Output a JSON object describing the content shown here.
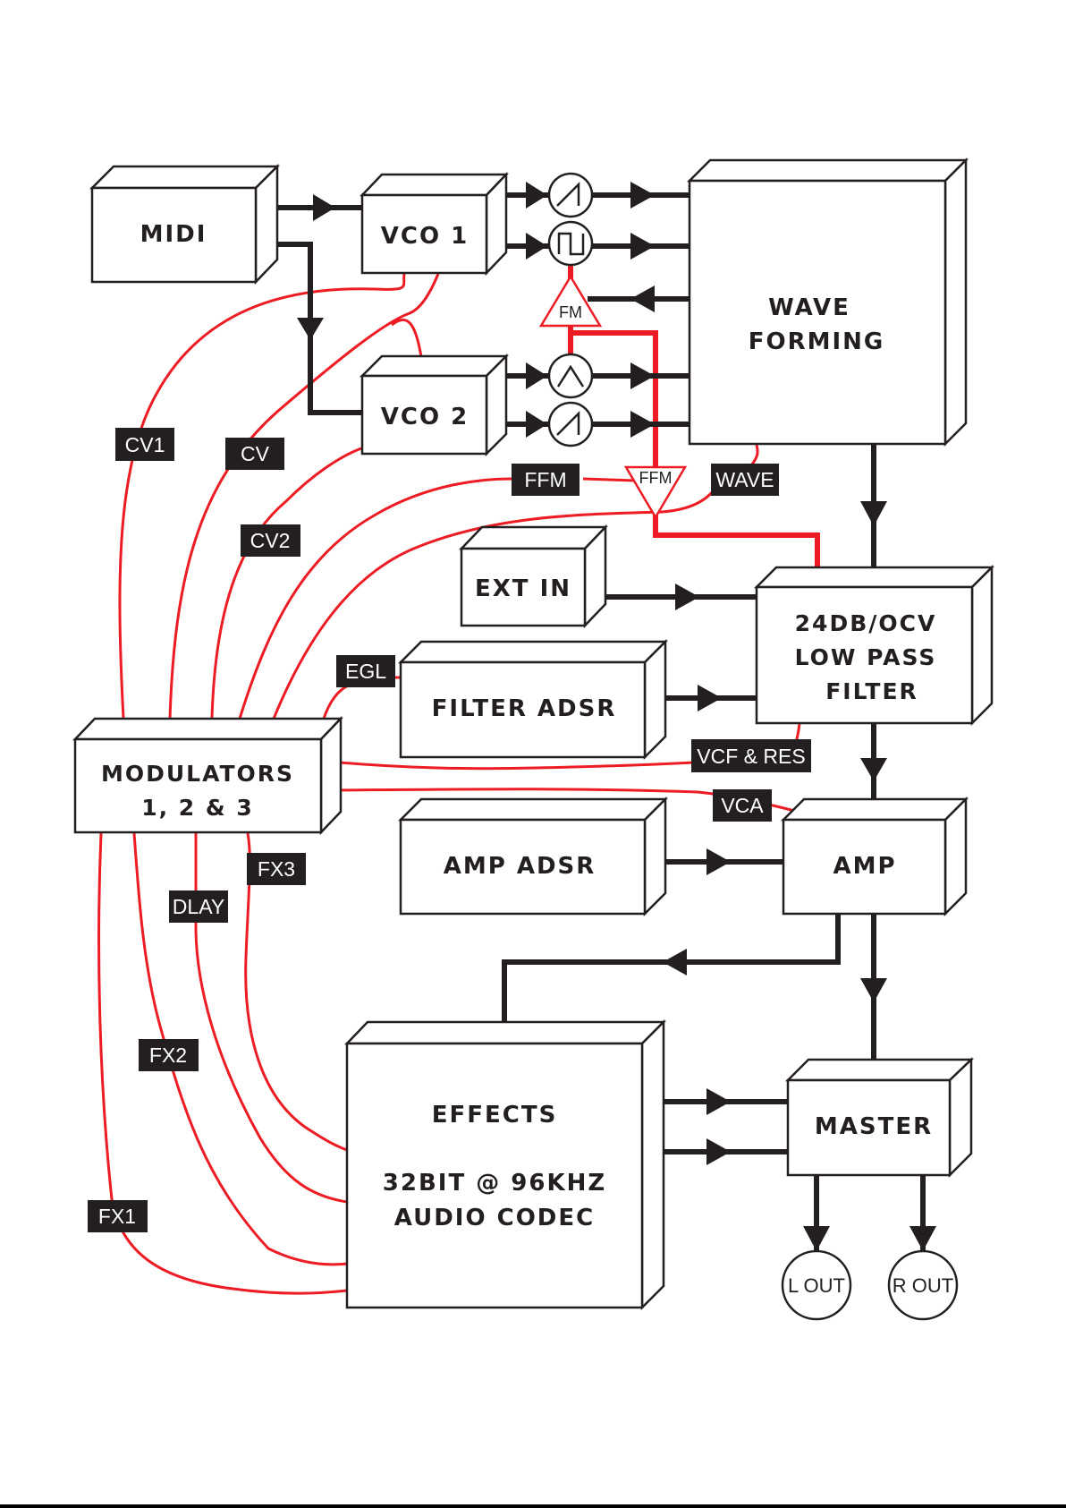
{
  "diagram": {
    "colors": {
      "signal": "#231f20",
      "modulation": "#ed1c24",
      "background": "#ffffff",
      "tag_bg": "#231f20",
      "tag_text": "#ffffff"
    },
    "blocks": {
      "midi": [
        "MIDI"
      ],
      "vco1": [
        "VCO 1"
      ],
      "vco2": [
        "VCO 2"
      ],
      "wave_forming": [
        "WAVE",
        "FORMING"
      ],
      "ext_in": [
        "EXT IN"
      ],
      "filter": [
        "24DB/OCV",
        "LOW PASS",
        "FILTER"
      ],
      "filter_adsr": [
        "FILTER ADSR"
      ],
      "modulators": [
        "MODULATORS",
        "1, 2 & 3"
      ],
      "amp_adsr": [
        "AMP ADSR"
      ],
      "amp": [
        "AMP"
      ],
      "effects": [
        "EFFECTS",
        "32BIT @ 96KHZ",
        "AUDIO CODEC"
      ],
      "master": [
        "MASTER"
      ]
    },
    "oscillators": {
      "vco1_a": "sawtooth-wave-icon",
      "vco1_b": "square-wave-icon",
      "vco2_a": "triangle-wave-icon",
      "vco2_b": "sawtooth-wave-icon"
    },
    "amplifiers": {
      "fm": "FM",
      "ffm": "FFM"
    },
    "outputs": {
      "left": "L OUT",
      "right": "R OUT"
    },
    "tags": {
      "cv1": "CV1",
      "cv": "CV",
      "cv2": "CV2",
      "ffm": "FFM",
      "wave": "WAVE",
      "egl": "EGL",
      "vcf_res": "VCF & RES",
      "vca": "VCA",
      "fx3": "FX3",
      "dlay": "DLAY",
      "fx2": "FX2",
      "fx1": "FX1"
    }
  }
}
